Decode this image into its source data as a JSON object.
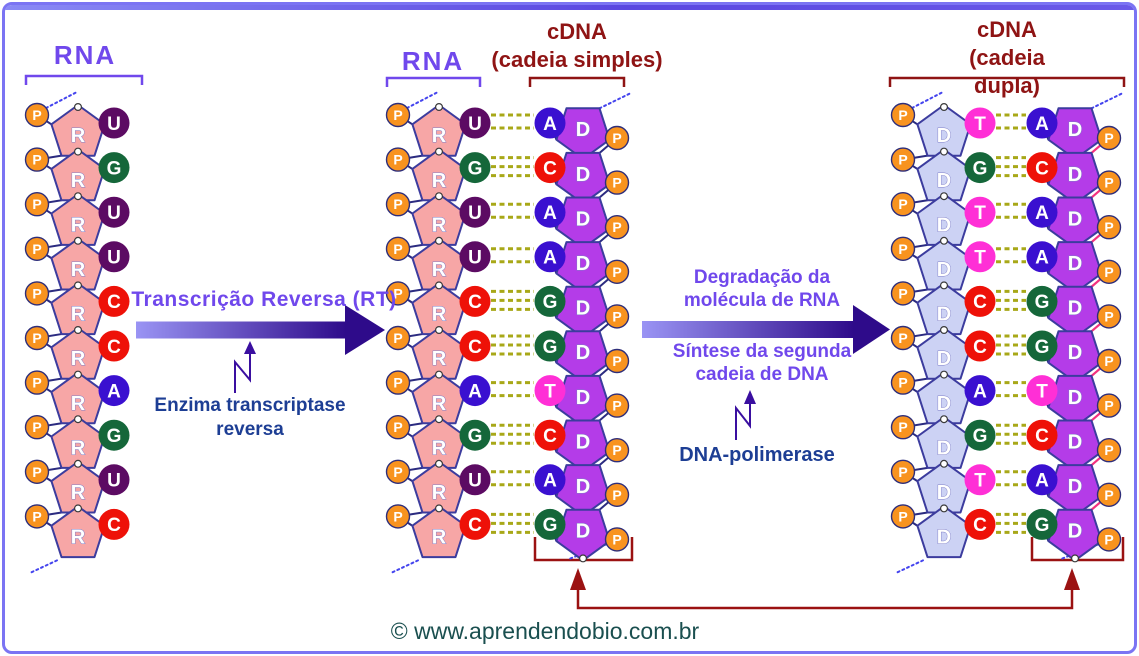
{
  "labels": {
    "rna_left": "RNA",
    "rna_mid": "RNA",
    "cdna_simple": "cDNA\n(cadeia simples)",
    "cdna_dupla": "cDNA\n(cadeia dupla)",
    "arrow1": "Transcrição Reversa (RT)",
    "enzyme": "Enzima transcriptase\nreversa",
    "degradacao": "Degradação da\nmolécula de RNA",
    "sintese": "Síntese da segunda\ncadeia de DNA",
    "polymerase": "DNA-polimerase",
    "copyright": "© www.aprendendobio.com.br"
  },
  "phosphate_label": "P",
  "base_colors": {
    "U": "#5c0b63",
    "G": "#15673a",
    "C": "#ee1108",
    "A": "#3a10d0",
    "T": "#ff2fd6"
  },
  "palette": {
    "frame_border": "#7b74f3",
    "label_purple": "#7048ec",
    "label_darkred": "#8f1414",
    "label_navy": "#1d3e94",
    "label_teal": "#1a4f4f",
    "arrow_start": "#9a94f4",
    "arrow_end": "#2e0b8a",
    "enzyme_zigzag": "#3a0fa0",
    "bracket_red": "#9b1212",
    "link_navy": "#2b2b80",
    "link_pink": "#f3317f",
    "bond_olive": "#a8a818",
    "dotted_blue": "#4444ee",
    "phosphate_orange": "#f8931f",
    "pentagon_stroke": "#3c3c9e",
    "ribose_fill": "#f7a6a6",
    "cdna_sugar_fill": "#b43ce8",
    "new_dna_sugar_fill": "#ccd2f4"
  },
  "panels": [
    {
      "name": "rna-molecule",
      "strands": [
        {
          "role": "rna",
          "orient": "up",
          "sugar": "R",
          "fill_key": "ribose_fill",
          "bases": [
            "U",
            "G",
            "U",
            "U",
            "C",
            "C",
            "A",
            "G",
            "U",
            "C"
          ],
          "pink_links": false
        }
      ]
    },
    {
      "name": "rna-cdna-hybrid",
      "strands": [
        {
          "role": "rna",
          "orient": "up",
          "sugar": "R",
          "fill_key": "ribose_fill",
          "bases": [
            "U",
            "G",
            "U",
            "U",
            "C",
            "C",
            "A",
            "G",
            "U",
            "C"
          ],
          "pink_links": false
        },
        {
          "role": "cdna",
          "orient": "down",
          "sugar": "D",
          "fill_key": "cdna_sugar_fill",
          "bases": [
            "A",
            "C",
            "A",
            "A",
            "G",
            "G",
            "T",
            "C",
            "A",
            "G"
          ],
          "pink_links": false
        }
      ]
    },
    {
      "name": "cdna-duplex",
      "strands": [
        {
          "role": "new-dna",
          "orient": "up",
          "sugar": "D",
          "fill_key": "new_dna_sugar_fill",
          "bases": [
            "T",
            "G",
            "T",
            "T",
            "C",
            "C",
            "A",
            "G",
            "T",
            "C"
          ],
          "pink_links": false
        },
        {
          "role": "cdna",
          "orient": "down",
          "sugar": "D",
          "fill_key": "cdna_sugar_fill",
          "bases": [
            "A",
            "C",
            "A",
            "A",
            "G",
            "G",
            "T",
            "C",
            "A",
            "G"
          ],
          "pink_links": true
        }
      ]
    }
  ]
}
